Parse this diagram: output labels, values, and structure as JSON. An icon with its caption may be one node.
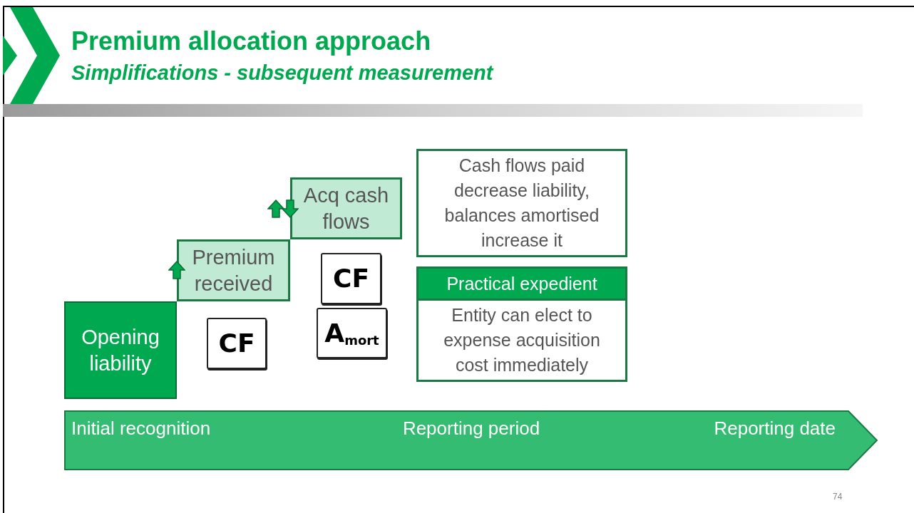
{
  "diagram": {
    "title": "Premium allocation approach",
    "nodes": [
      {
        "text": [
          "Opening liability"
        ]
      },
      {
        "text": [
          "Premium received"
        ]
      },
      {
        "text": [
          "Acq cash flows"
        ]
      },
      {
        "text": [
          "CF"
        ]
      },
      {
        "text": [
          "CF"
        ]
      },
      {
        "text": [
          "A$_{mort}$"
        ]
      },
      {
        "text": [
          "Cash flows paid decrease liability, balances amortised increase it"
        ]
      },
      {
        "text": [
          "Practical expedient",
          "Entity can elect to expense acquisition cost immediately"
        ]
      },
      {
        "text": [
          "Initial recognition",
          "Reporting period",
          "Reporting date"
        ]
      }
    ],
    "labels": [
      "Simplifications - subsequent measurement",
      "74"
    ]
  }
}
